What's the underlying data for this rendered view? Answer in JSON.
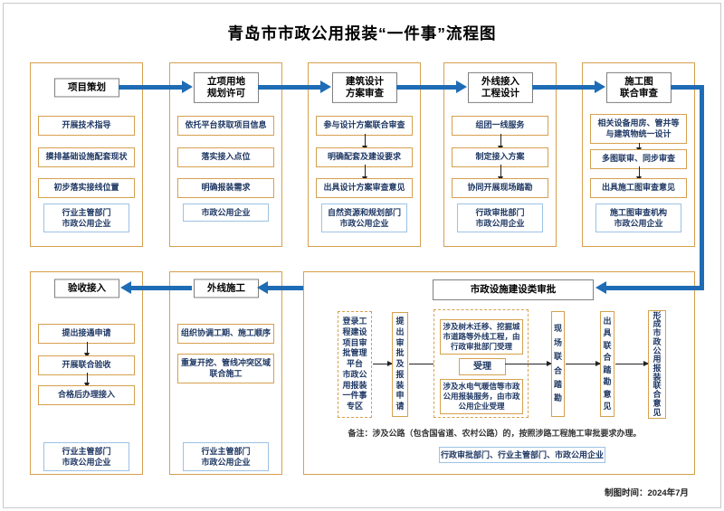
{
  "title": "青岛市市政公用报装“一件事”流程图",
  "caption": "制图时间：2024年7月",
  "colors": {
    "accent_blue": "#1e6cb5",
    "border_orange": "#d6a04e",
    "border_gray": "#7f7f7f",
    "border_lightblue": "#9cc2e5",
    "text_navy": "#1f3864"
  },
  "stages": {
    "s1": {
      "header": "项目策划",
      "steps": [
        "开展技术指导",
        "摸排基础设施配套现状",
        "初步落实接线位置"
      ],
      "footer": "行业主管部门\n市政公用企业"
    },
    "s2": {
      "header": "立项用地\n规划许可",
      "steps": [
        "依托平台获取项目信息",
        "落实接入点位",
        "明确报装需求"
      ],
      "footer": "市政公用企业"
    },
    "s3": {
      "header": "建筑设计\n方案审查",
      "steps": [
        "参与设计方案联合审查",
        "明确配套及建设要求",
        "出具设计方案审查意见"
      ],
      "footer": "自然资源和规划部门\n市政公用企业"
    },
    "s4": {
      "header": "外线接入\n工程设计",
      "steps": [
        "组团一线服务",
        "制定接入方案",
        "协同开展现场踏勘"
      ],
      "footer": "行政审批部门\n市政公用企业"
    },
    "s5": {
      "header": "施工图\n联合审查",
      "steps": [
        "相关设备用房、管井等\n与建筑物统一设计",
        "多图联审、同步审查",
        "出具施工图审查意见"
      ],
      "footer": "施工图审查机构\n市政公用企业"
    },
    "s7": {
      "header": "外线施工",
      "steps": [
        "组织协调工期、施工顺序",
        "重复开挖、管线冲突区域\n联合施工"
      ],
      "footer": "行业主管部门\n市政公用企业"
    },
    "s8": {
      "header": "验收接入",
      "steps": [
        "提出接通申请",
        "开展联合验收",
        "合格后办理接入"
      ],
      "footer": "行业主管部门\n市政公用企业"
    }
  },
  "approval": {
    "header": "市政设施建设类审批",
    "login": "登录工程建设项目审批管理平台\n市政公用报装一件事专区",
    "apply": "提出审批及报装申请",
    "accept_top": "涉及树木迁移、挖掘城市道路等外线工程，由行政审批部门受理",
    "accept": "受理",
    "accept_bottom": "涉及水电气暖信等市政公用报装服务，由市政公用企业受理",
    "survey": "现场联合踏勘",
    "survey_opinion": "出具联合踏勘意见",
    "joint_opinion": "形成市政公用报装联合意见",
    "note": "备注：涉及公路（包含国省道、农村公路）的，按照涉路工程施工审批要求办理。",
    "footer": "行政审批部门、行业主管部门、市政公用企业"
  }
}
